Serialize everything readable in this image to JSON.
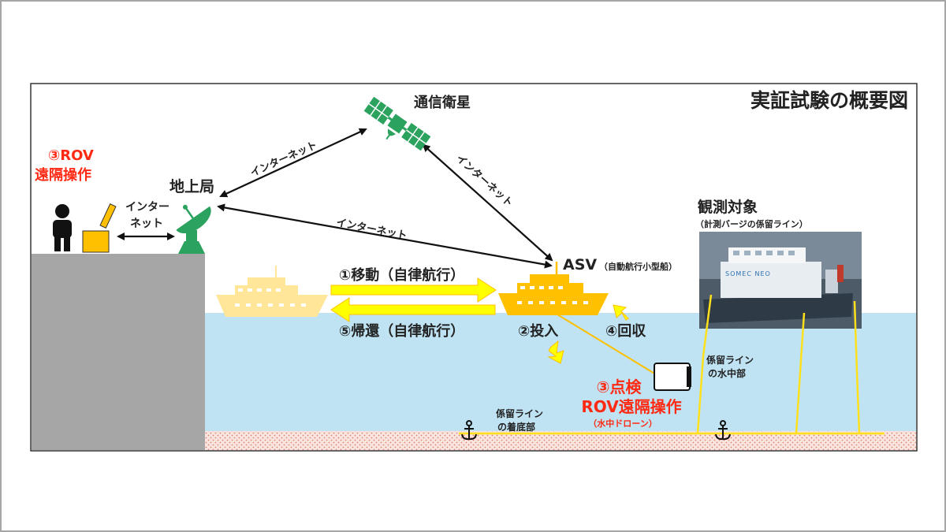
{
  "title": "実証試験の概要図",
  "nodes": {
    "satellite": "通信衛星",
    "ground_station": "地上局",
    "asv": "ASV",
    "asv_sub": "（自動航行小型船）",
    "target": "観測対象",
    "target_sub": "（計測バージの係留ライン）",
    "rov_remote_left_1": "③ROV",
    "rov_remote_left_2": "遠隔操作",
    "rov_inspect_1": "③点検",
    "rov_inspect_2": "ROV遠隔操作",
    "rov_inspect_sub": "（水中ドローン）"
  },
  "links": {
    "internet_gs_sat": "インターネット",
    "internet_sat_asv": "インターネット",
    "internet_gs_asv": "インターネット",
    "internet_pc_1": "インター",
    "internet_pc_2": "ネット"
  },
  "steps": {
    "move": "①移動（自律航行）",
    "deploy": "②投入",
    "recover": "④回収",
    "return": "⑤帰還（自律航行）"
  },
  "labels": {
    "mooring_underwater_1": "係留ライン",
    "mooring_underwater_2": "の水中部",
    "mooring_bottom_1": "係留ライン",
    "mooring_bottom_2": "の着底部"
  },
  "barge_text": "SOMEC NEO",
  "colors": {
    "sea": "#bfe3f3",
    "land": "#a6a6a6",
    "seabed": "#fbe5e0",
    "ship": "#ffc000",
    "ship_faded": "#ffe699",
    "arrow_yellow": "#ffff00",
    "mooring_line": "#ffe01a",
    "antenna_green": "#2ca25f",
    "accent_red": "#ff2a14"
  }
}
